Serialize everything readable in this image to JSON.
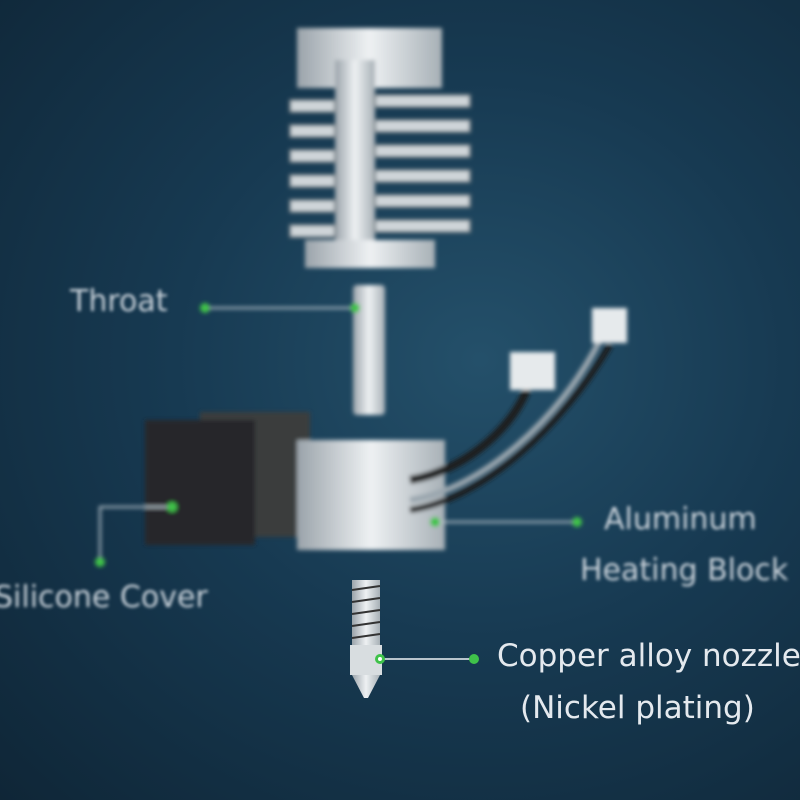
{
  "labels": {
    "throat": "Throat",
    "silicone_cover": "Silicone Cover",
    "heating_block_line1": "Aluminum",
    "heating_block_line2": "Heating Block",
    "nozzle_line1": "Copper alloy nozzle",
    "nozzle_line2": "(Nickel plating)"
  },
  "colors": {
    "background": "#173a52",
    "marker": "#3fc24a",
    "leader_line": "#b8c4cc"
  }
}
